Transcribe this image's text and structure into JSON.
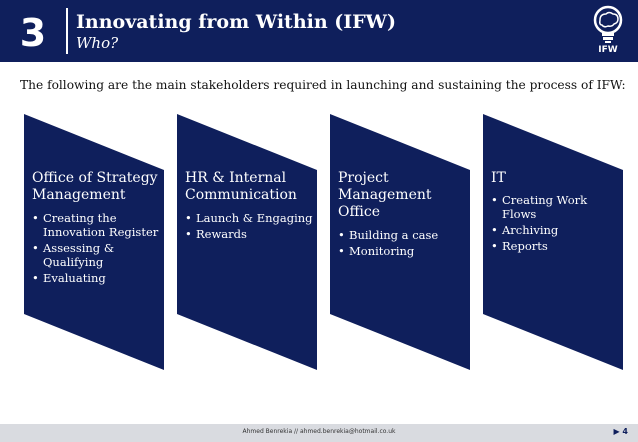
{
  "header": {
    "number": "3",
    "title": "Innovating from Within (IFW)",
    "subtitle": "Who?",
    "logo_text": "IFW"
  },
  "intro": "The following are the main stakeholders required in launching and sustaining the process of IFW:",
  "cards": [
    {
      "title": "Office of Strategy Management",
      "items": [
        "Creating the Innovation Register",
        "Assessing & Qualifying",
        "Evaluating"
      ]
    },
    {
      "title": "HR & Internal Communication",
      "items": [
        "Launch & Engaging",
        "Rewards"
      ]
    },
    {
      "title": "Project Management Office",
      "items": [
        "Building a case",
        "Monitoring"
      ]
    },
    {
      "title": "IT",
      "items": [
        "Creating Work Flows",
        "Archiving",
        "Reports"
      ]
    }
  ],
  "footer": {
    "text": "Ahmed Benrekia // ahmed.benrekia@hotmail.co.uk",
    "page": "▶ 4"
  },
  "colors": {
    "navy": "#0f1f5c",
    "footer_bg": "#d9dbe0"
  }
}
